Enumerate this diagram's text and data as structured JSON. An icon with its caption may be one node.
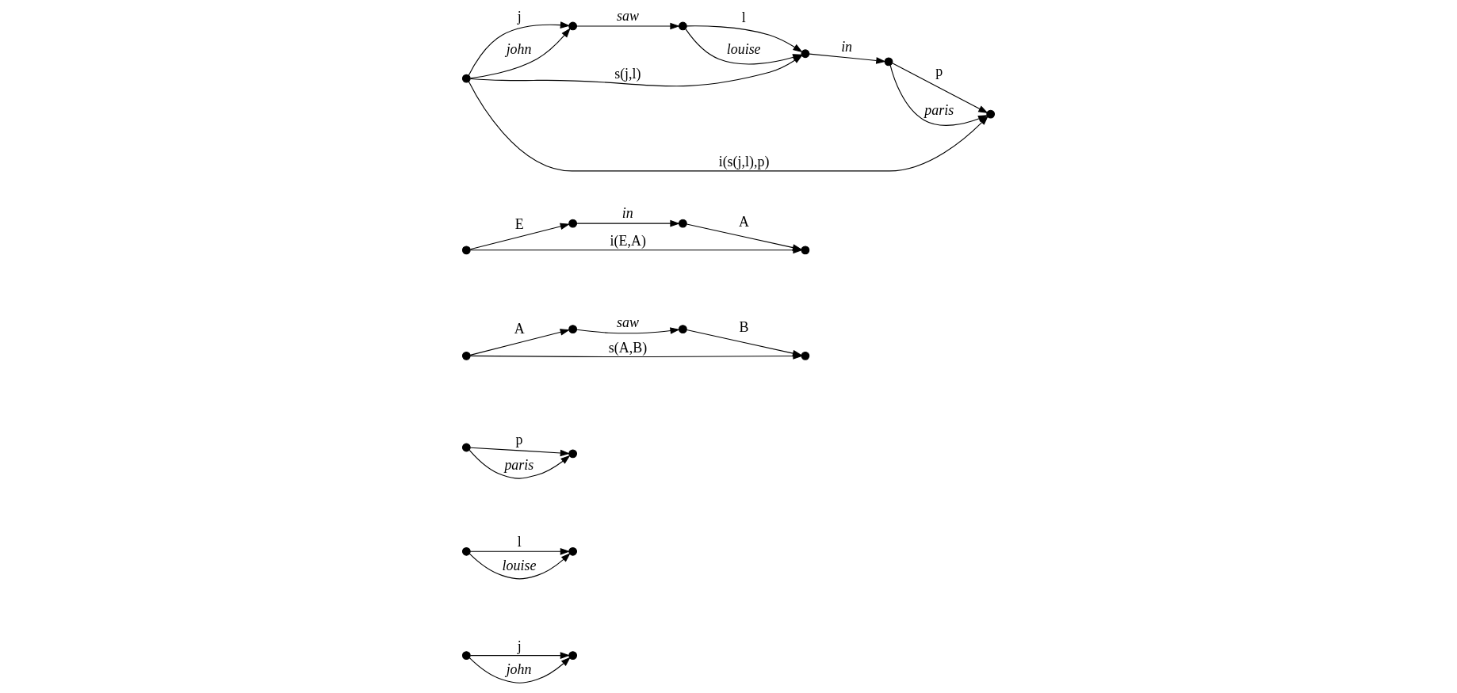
{
  "diagram": {
    "nodes": [
      {
        "text": [],
        "shape": "circle"
      },
      {
        "text": [],
        "shape": "circle"
      },
      {
        "text": [],
        "shape": "circle"
      },
      {
        "text": [],
        "shape": "circle"
      },
      {
        "text": [],
        "shape": "circle"
      },
      {
        "text": [],
        "shape": "circle"
      },
      {
        "text": [],
        "shape": "circle"
      },
      {
        "text": [],
        "shape": "circle"
      },
      {
        "text": [],
        "shape": "circle"
      },
      {
        "text": [],
        "shape": "circle"
      },
      {
        "text": [],
        "shape": "circle"
      },
      {
        "text": [],
        "shape": "circle"
      },
      {
        "text": [],
        "shape": "circle"
      },
      {
        "text": [],
        "shape": "circle"
      },
      {
        "text": [],
        "shape": "circle"
      },
      {
        "text": [],
        "shape": "circle"
      },
      {
        "text": [],
        "shape": "circle"
      },
      {
        "text": [],
        "shape": "circle"
      },
      {
        "text": [],
        "shape": "circle"
      },
      {
        "text": [],
        "shape": "circle"
      }
    ],
    "edges": [
      {
        "from": 0,
        "to": 1,
        "arrow": "to",
        "label": "j"
      },
      {
        "from": 0,
        "to": 1,
        "arrow": "to",
        "label": "john"
      },
      {
        "from": 2,
        "to": 3,
        "arrow": "to",
        "label": "l"
      },
      {
        "from": 2,
        "to": 3,
        "arrow": "to",
        "label": "louise"
      },
      {
        "from": 4,
        "to": 5,
        "arrow": "to",
        "label": "p"
      },
      {
        "from": 4,
        "to": 5,
        "arrow": "to",
        "label": "paris"
      },
      {
        "from": 6,
        "to": 9,
        "arrow": "to",
        "label": "s(A,B)"
      },
      {
        "from": 6,
        "to": 7,
        "arrow": "to",
        "label": "A"
      },
      {
        "from": 7,
        "to": 8,
        "arrow": "to",
        "label": "saw"
      },
      {
        "from": 8,
        "to": 9,
        "arrow": "to",
        "label": "B"
      },
      {
        "from": 10,
        "to": 13,
        "arrow": "to",
        "label": "i(E,A)"
      },
      {
        "from": 10,
        "to": 11,
        "arrow": "to",
        "label": "E"
      },
      {
        "from": 11,
        "to": 12,
        "arrow": "to",
        "label": "in"
      },
      {
        "from": 12,
        "to": 13,
        "arrow": "to",
        "label": "A"
      },
      {
        "from": 14,
        "to": 19,
        "arrow": "to",
        "label": "i(s(j,l),p)"
      },
      {
        "from": 14,
        "to": 17,
        "arrow": "to",
        "label": "s(j,l)"
      },
      {
        "from": 14,
        "to": 15,
        "arrow": "to",
        "label": "j"
      },
      {
        "from": 14,
        "to": 15,
        "arrow": "to",
        "label": "john"
      },
      {
        "from": 15,
        "to": 16,
        "arrow": "to",
        "label": "saw"
      },
      {
        "from": 16,
        "to": 17,
        "arrow": "to",
        "label": "l"
      },
      {
        "from": 16,
        "to": 17,
        "arrow": "to",
        "label": "louise"
      },
      {
        "from": 17,
        "to": 18,
        "arrow": "to",
        "label": "in"
      },
      {
        "from": 18,
        "to": 19,
        "arrow": "to",
        "label": "p"
      },
      {
        "from": 18,
        "to": 19,
        "arrow": "to",
        "label": "paris"
      }
    ]
  }
}
